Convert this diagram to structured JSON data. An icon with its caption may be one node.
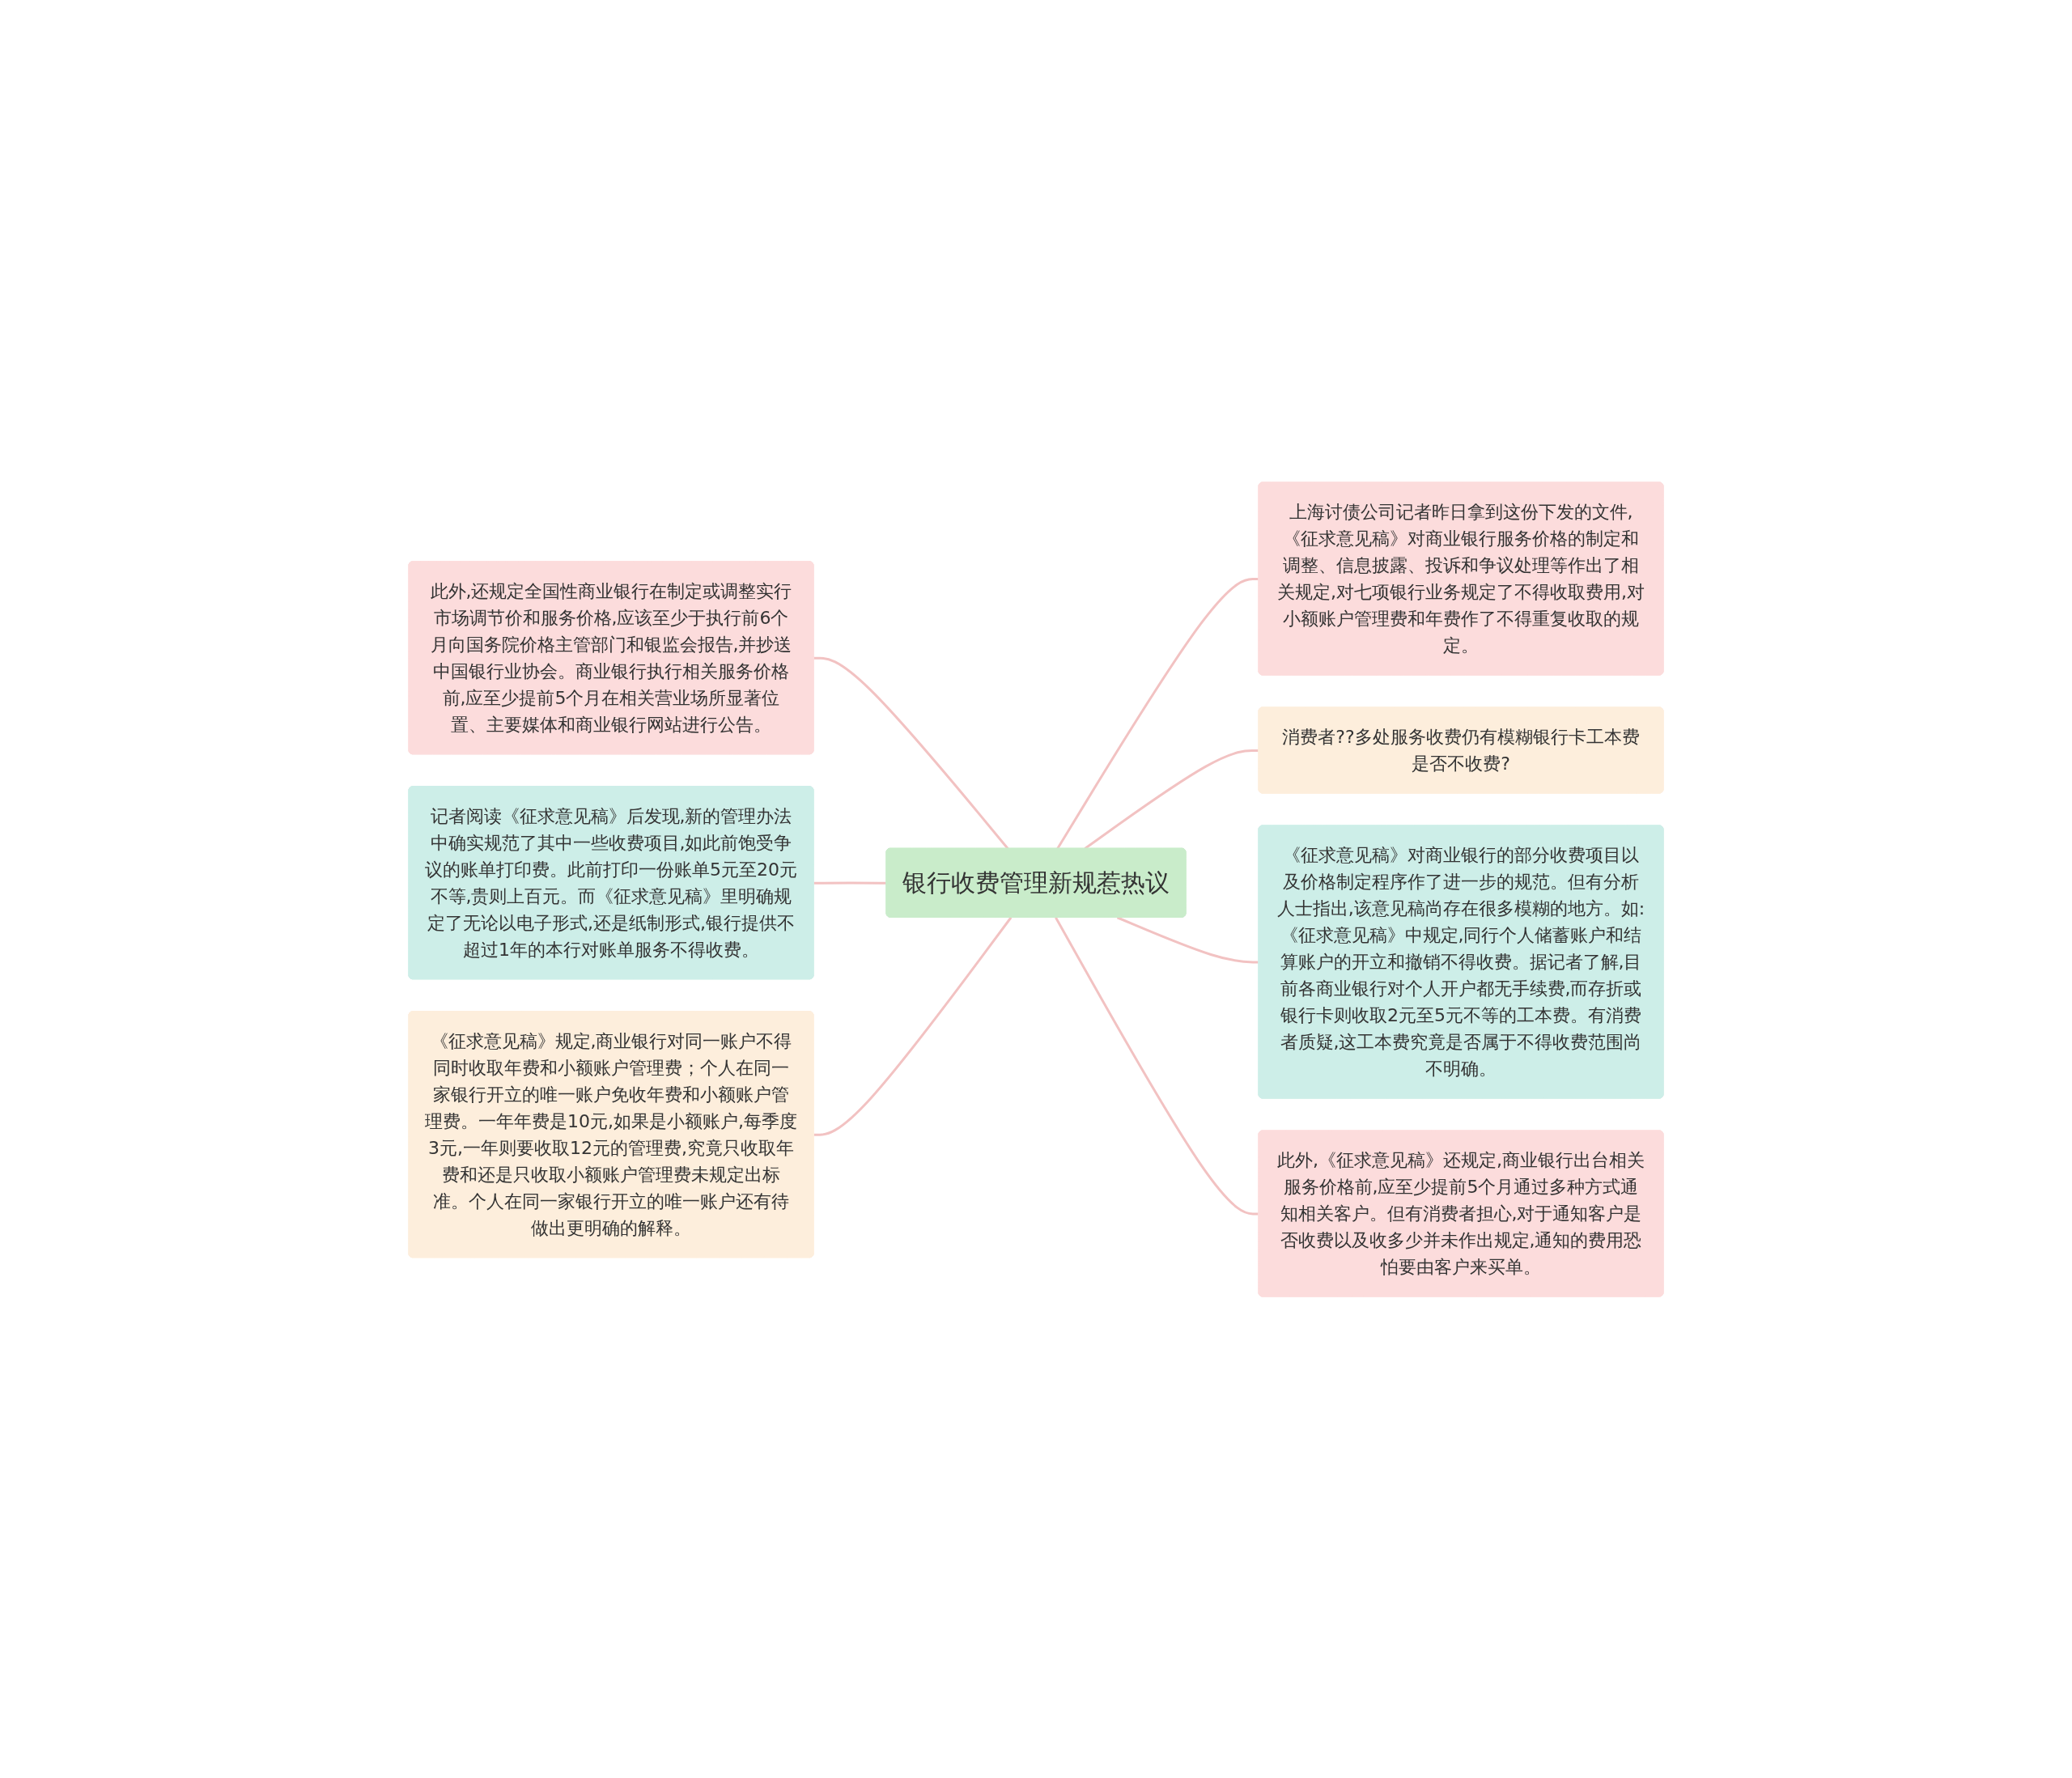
{
  "diagram": {
    "nodes": [
      {
        "text": [
          "银行收费管理新规惹热议"
        ]
      },
      {
        "text": [
          "此外,还规定全国性商业银行在制定或调整实行市场调节价和服务价格,应该至少于执行前6个月向国务院价格主管部门和银监会报告,并抄送中国银行业协会。商业银行执行相关服务价格前,应至少提前5个月在相关营业场所显著位置、主要媒体和商业银行网站进行公告。"
        ]
      },
      {
        "text": [
          "记者阅读《征求意见稿》后发现,新的管理办法中确实规范了其中一些收费项目,如此前饱受争议的账单打印费。此前打印一份账单5元至20元不等,贵则上百元。而《征求意见稿》里明确规定了无论以电子形式,还是纸制形式,银行提供不超过1年的本行对账单服务不得收费。"
        ]
      },
      {
        "text": [
          "《征求意见稿》规定,商业银行对同一账户不得同时收取年费和小额账户管理费；个人在同一家银行开立的唯一账户免收年费和小额账户管理费。一年年费是10元,如果是小额账户,每季度3元,一年则要收取12元的管理费,究竟只收取年费和还是只收取小额账户管理费未规定出标准。个人在同一家银行开立的唯一账户还有待做出更明确的解释。"
        ]
      },
      {
        "text": [
          "上海讨债公司记者昨日拿到这份下发的文件,《征求意见稿》对商业银行服务价格的制定和调整、信息披露、投诉和争议处理等作出了相关规定,对七项银行业务规定了不得收取费用,对小额账户管理费和年费作了不得重复收取的规定。"
        ]
      },
      {
        "text": [
          "消费者??多处服务收费仍有模糊银行卡工本费是否不收费?"
        ]
      },
      {
        "text": [
          "《征求意见稿》对商业银行的部分收费项目以及价格制定程序作了进一步的规范。但有分析人士指出,该意见稿尚存在很多模糊的地方。如:《征求意见稿》中规定,同行个人储蓄账户和结算账户的开立和撤销不得收费。据记者了解,目前各商业银行对个人开户都无手续费,而存折或银行卡则收取2元至5元不等的工本费。有消费者质疑,这工本费究竟是否属于不得收费范围尚不明确。"
        ]
      },
      {
        "text": [
          "此外,《征求意见稿》还规定,商业银行出台相关服务价格前,应至少提前5个月通过多种方式通知相关客户。但有消费者担心,对于通知客户是否收费以及收多少并未作出规定,通知的费用恐怕要由客户来买单。"
        ]
      }
    ],
    "edges": [
      {
        "from": 0,
        "to": 1,
        "arrow": "none"
      },
      {
        "from": 0,
        "to": 2,
        "arrow": "none"
      },
      {
        "from": 0,
        "to": 3,
        "arrow": "none"
      },
      {
        "from": 0,
        "to": 4,
        "arrow": "none"
      },
      {
        "from": 0,
        "to": 5,
        "arrow": "none"
      },
      {
        "from": 0,
        "to": 6,
        "arrow": "none"
      },
      {
        "from": 0,
        "to": 7,
        "arrow": "none"
      }
    ]
  }
}
